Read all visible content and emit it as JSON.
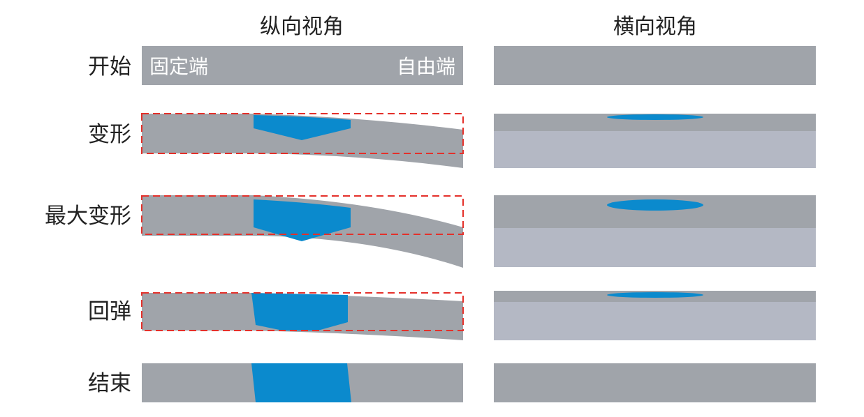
{
  "headings": {
    "longitudinal": "纵向视角",
    "transverse": "横向视角"
  },
  "rows": [
    {
      "label": "开始"
    },
    {
      "label": "变形"
    },
    {
      "label": "最大变形"
    },
    {
      "label": "回弹"
    },
    {
      "label": "结束"
    }
  ],
  "beam_labels": {
    "fixed_end": "固定端",
    "free_end": "自由端"
  },
  "colors": {
    "beam": "#a0a4aa",
    "beam_light": "#b4b8c4",
    "highlight": "#0b8acd",
    "dashed_outline": "#e4302a",
    "text": "#222222"
  }
}
